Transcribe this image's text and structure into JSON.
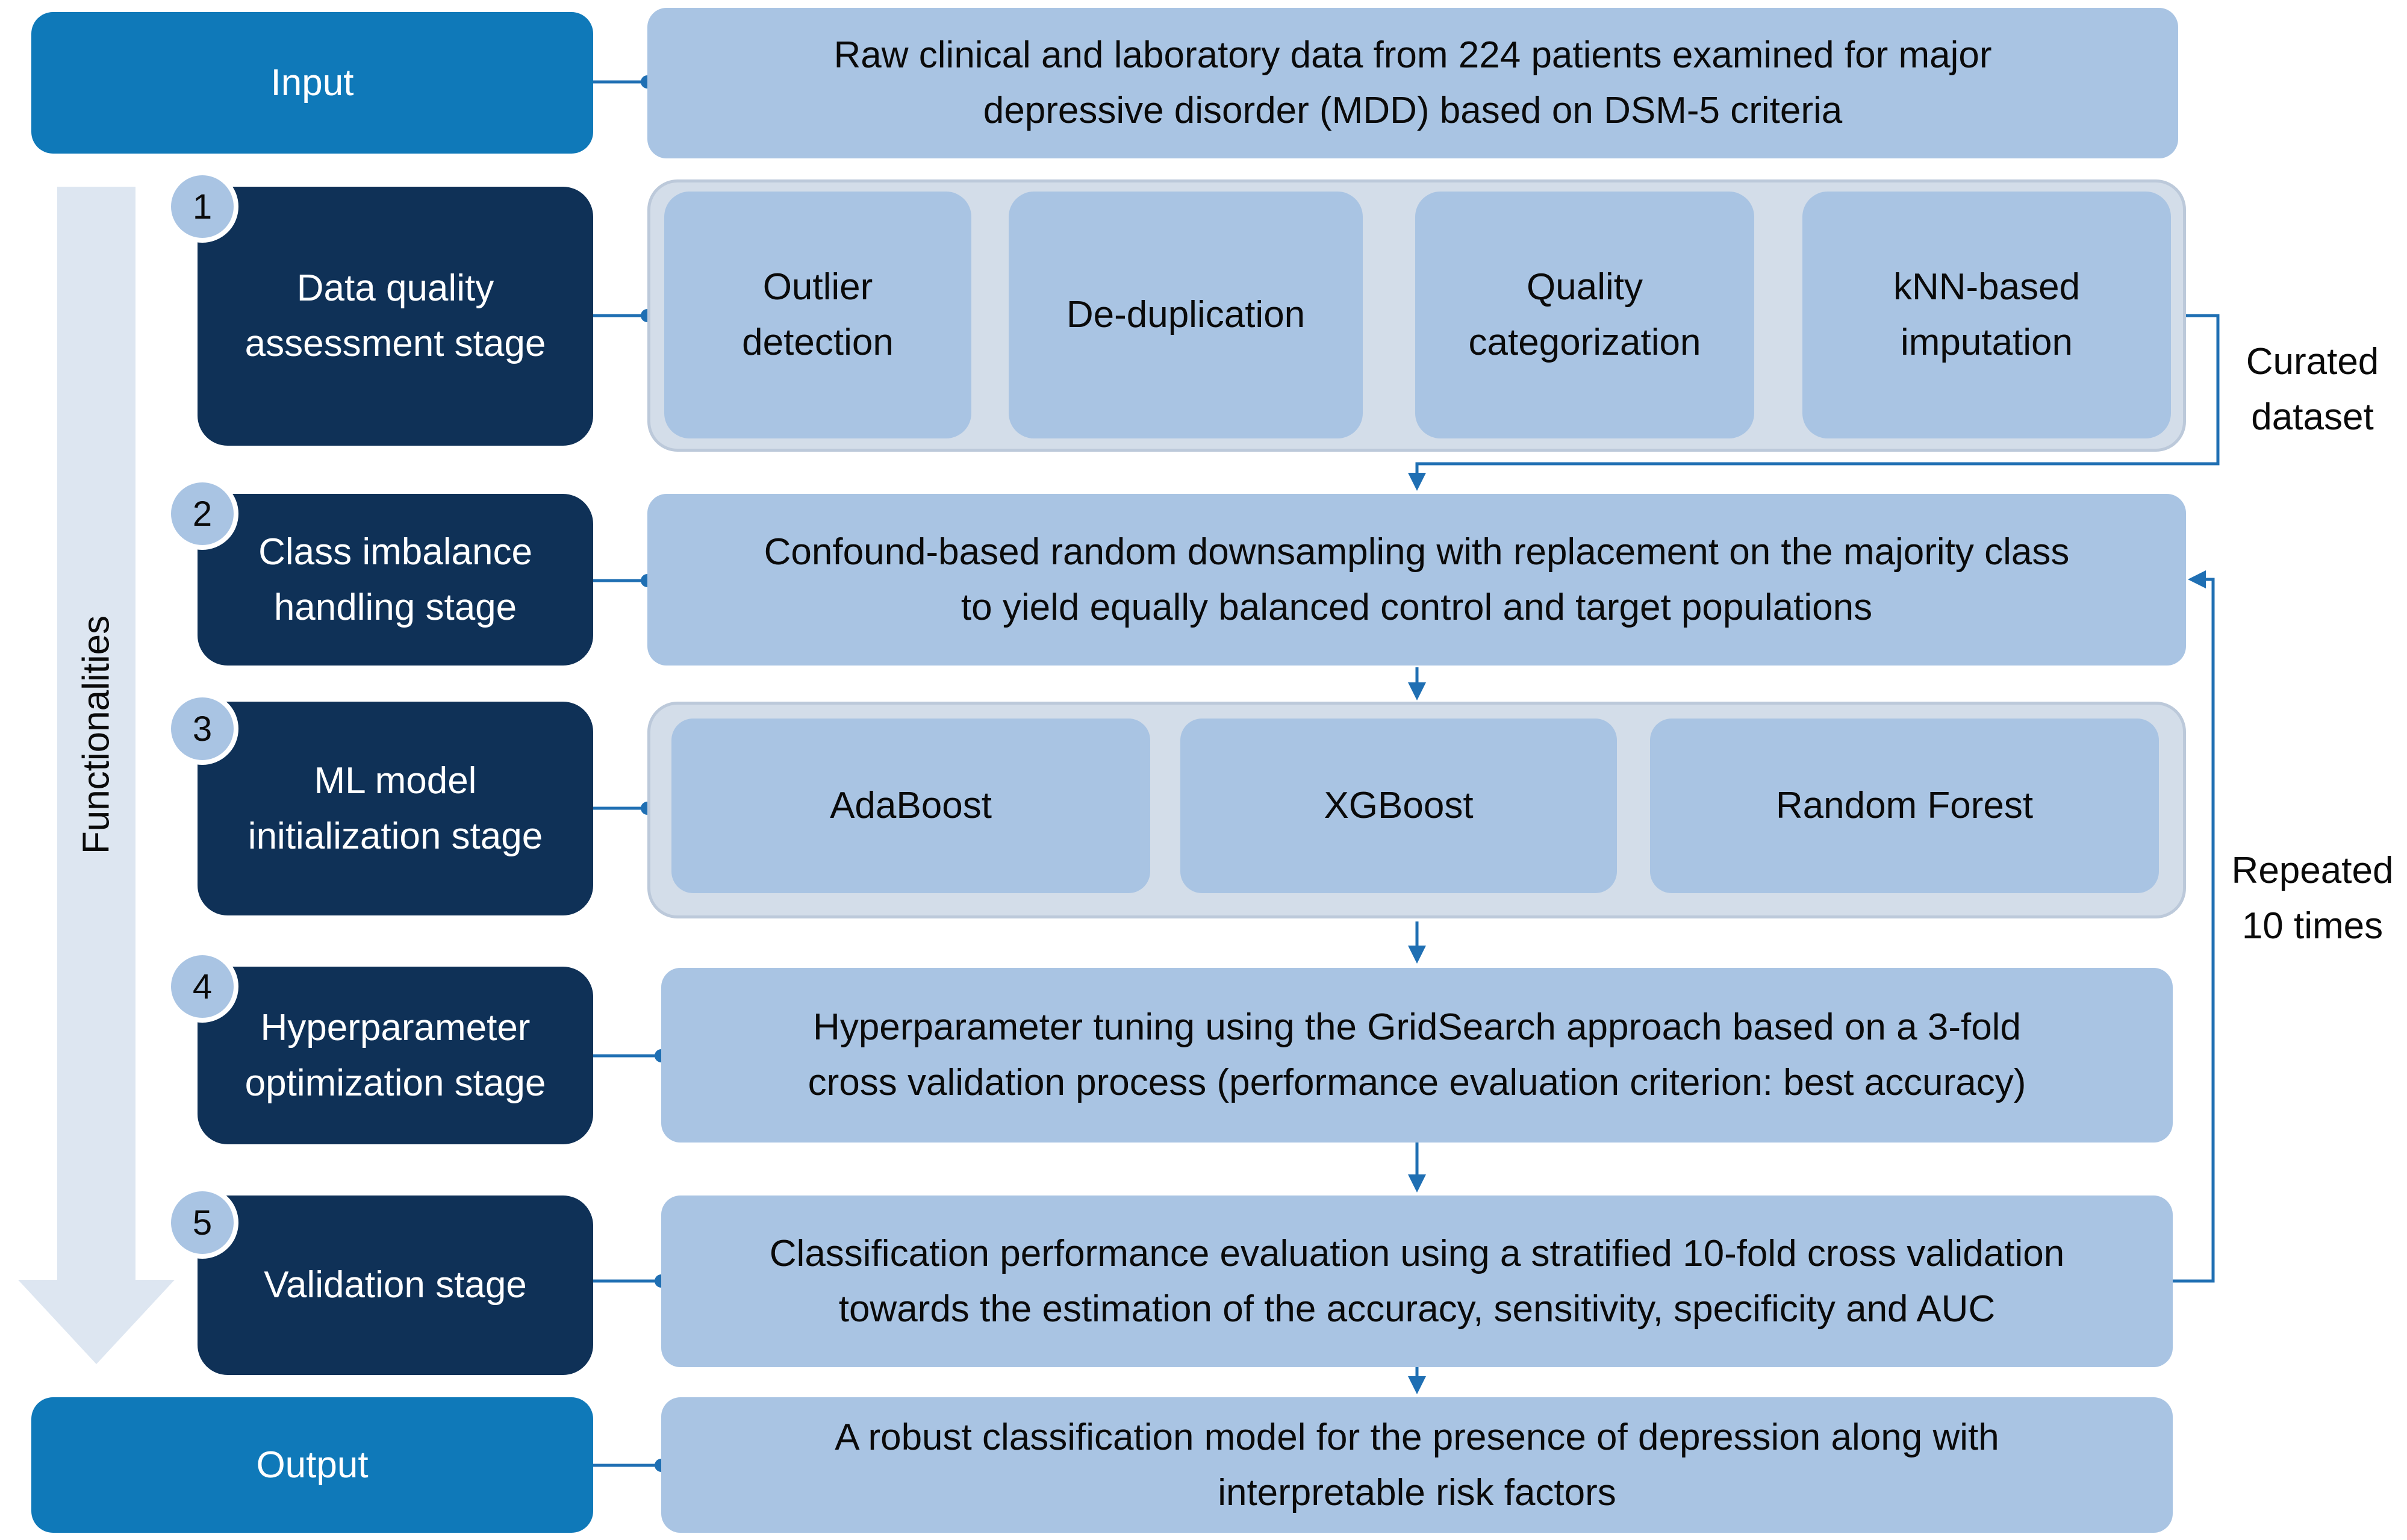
{
  "input": {
    "label": "Input",
    "text": "Raw clinical and laboratory data from 224 patients examined for major\ndepressive disorder (MDD) based on DSM-5 criteria"
  },
  "side_label": "Functionalities",
  "stages": [
    {
      "number": "1",
      "label": "Data quality\nassessment stage",
      "steps": [
        "Outlier\ndetection",
        "De-duplication",
        "Quality\ncategorization",
        "kNN-based\nimputation"
      ]
    },
    {
      "number": "2",
      "label": "Class imbalance\nhandling stage",
      "text": "Confound-based random downsampling with replacement on the majority class\nto yield equally balanced control and target populations"
    },
    {
      "number": "3",
      "label": "ML model\ninitialization stage",
      "models": [
        "AdaBoost",
        "XGBoost",
        "Random Forest"
      ]
    },
    {
      "number": "4",
      "label": "Hyperparameter\noptimization stage",
      "text": "Hyperparameter tuning using the GridSearch approach based on a 3-fold\ncross validation process (performance evaluation criterion: best accuracy)"
    },
    {
      "number": "5",
      "label": "Validation stage",
      "text": "Classification performance evaluation using a stratified 10-fold cross validation\ntowards the estimation of the accuracy, sensitivity, specificity and AUC"
    }
  ],
  "curated_label": "Curated\ndataset",
  "repeat_label": "Repeated\n10 times",
  "output": {
    "label": "Output",
    "text": "A robust classification model for the presence of depression along with\ninterpretable risk factors"
  },
  "colors": {
    "io_blue": "#0f79b9",
    "stage_navy": "#0f3157",
    "light_box": "#a9c4e3",
    "group_bg": "#d3dde9",
    "connector": "#1f6fb3",
    "flow_arrow": "#dde6f1"
  }
}
